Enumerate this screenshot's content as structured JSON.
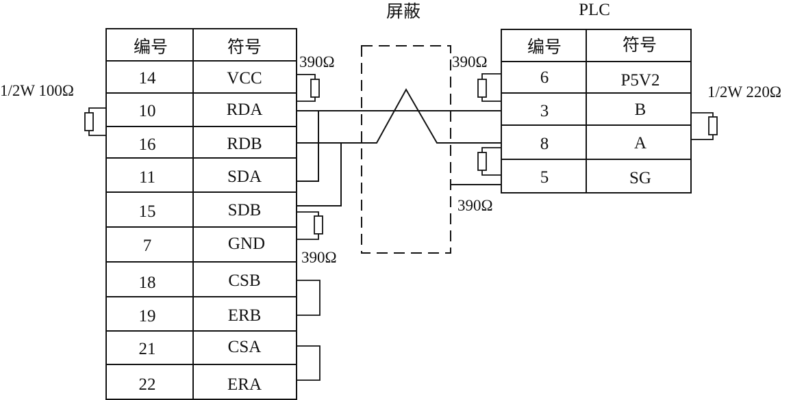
{
  "labels": {
    "shield": "屏蔽",
    "plc": "PLC",
    "left_term_resistor": "1/2W 100Ω",
    "right_term_resistor": "1/2W 220Ω",
    "left_pullup": "390Ω",
    "left_pulldown": "390Ω",
    "right_pullup": "390Ω",
    "right_pulldown": "390Ω"
  },
  "left_table": {
    "headers": [
      "编号",
      "符号"
    ],
    "rows": [
      {
        "num": "14",
        "sym": "VCC"
      },
      {
        "num": "10",
        "sym": "RDA"
      },
      {
        "num": "16",
        "sym": "RDB"
      },
      {
        "num": "11",
        "sym": "SDA"
      },
      {
        "num": "15",
        "sym": "SDB"
      },
      {
        "num": "7",
        "sym": "GND"
      },
      {
        "num": "18",
        "sym": "CSB"
      },
      {
        "num": "19",
        "sym": "ERB"
      },
      {
        "num": "21",
        "sym": "CSA"
      },
      {
        "num": "22",
        "sym": "ERA"
      }
    ]
  },
  "right_table": {
    "headers": [
      "编号",
      "符号"
    ],
    "rows": [
      {
        "num": "6",
        "sym": "P5V2"
      },
      {
        "num": "3",
        "sym": "B"
      },
      {
        "num": "8",
        "sym": "A"
      },
      {
        "num": "5",
        "sym": "SG"
      }
    ]
  }
}
